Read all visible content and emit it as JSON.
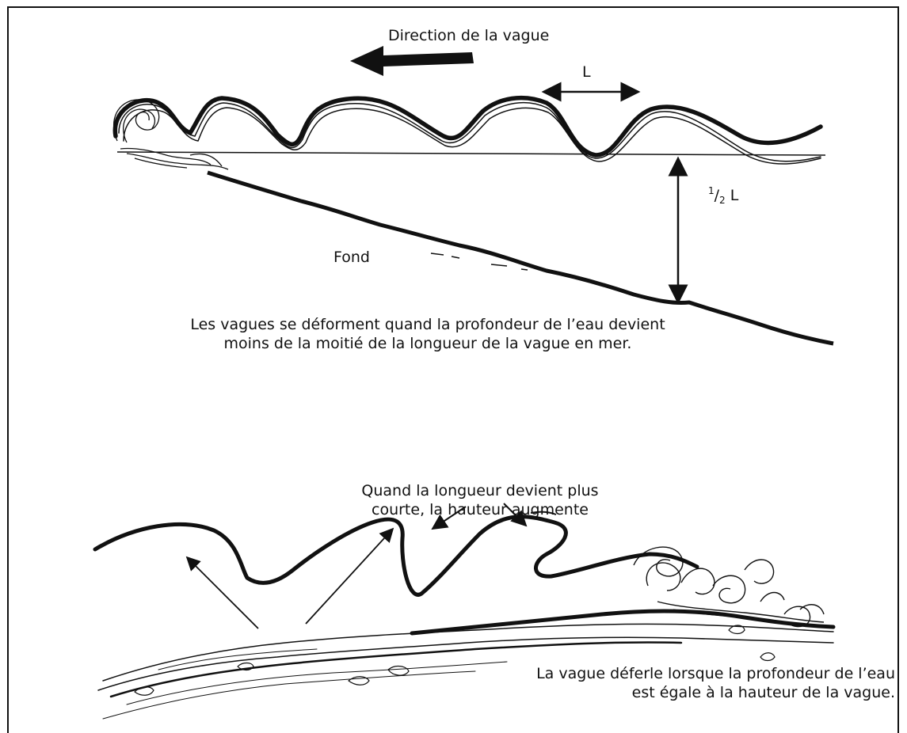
{
  "labels": {
    "direction": "Direction de la vague",
    "wavelength": "L",
    "half_wavelength": {
      "num": "1",
      "den": "2",
      "unit": "L"
    },
    "bottom": "Fond",
    "deform_line1": "Les vagues se déforment quand la profondeur de l’eau devient",
    "deform_line2": "moins de la moitié de la longueur de la vague en mer.",
    "shorter_line1": "Quand la longueur devient plus",
    "shorter_line2": "courte, la hauteur augmente",
    "break_line1": "La vague déferle lorsque la profondeur de l’eau",
    "break_line2": "est égale à la hauteur de la vague."
  },
  "colors": {
    "ink": "#111111",
    "background": "#ffffff"
  }
}
